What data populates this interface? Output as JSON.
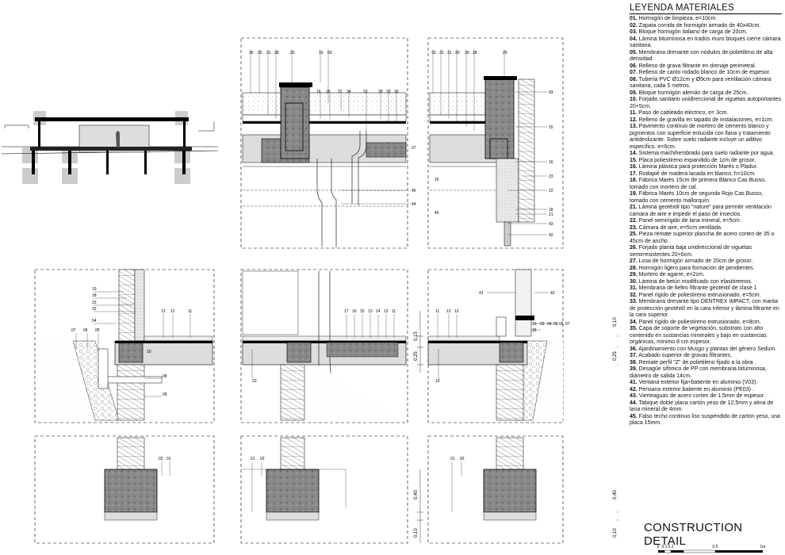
{
  "legend": {
    "title": "LEYENDA MATERIALES",
    "items": [
      {
        "code": "01.",
        "text": "Hormigón de limpieza, e=10cm."
      },
      {
        "code": "02.",
        "text": "Zapata corrida de hormigón armado de 40x40cm."
      },
      {
        "code": "03.",
        "text": "Bloque hormigón italiano de carga de 20cm."
      },
      {
        "code": "04.",
        "text": "Lámina bituminosa en tradós muro bloques cierre cámara sanitaria."
      },
      {
        "code": "05.",
        "text": "Membrana drenante con nódulos de polietileno de alta densidad."
      },
      {
        "code": "06.",
        "text": "Relleno de grava filtrante en drenaje perimetral."
      },
      {
        "code": "07.",
        "text": "Relleno de canto rodado blanco de 10cm de espesor."
      },
      {
        "code": "08.",
        "text": "Tubería PVC Ø12cm y Ø9cm para ventilación cámara sanitaria, cada 5 metros."
      },
      {
        "code": "09.",
        "text": "Bloque hormigón alemán de carga de 25cm."
      },
      {
        "code": "10.",
        "text": "Forjado sanitario unidireccional de viguetas autoportantes 20+5cm."
      },
      {
        "code": "11.",
        "text": "Paso de cableado eléctrico, e= 3cm."
      },
      {
        "code": "12.",
        "text": "Relleno de gravilla en tapado de instalaciones, e=1cm."
      },
      {
        "code": "13.",
        "text": "Pavimento continuo de mortero de cemento blanco y pigmentos con superficie enlucida con llana y tratamiento antideslizante. Sobre suelo radiante incluye un aditivo específico. e=6cm."
      },
      {
        "code": "14.",
        "text": "Sistema machihembrado para suelo radiante por agua."
      },
      {
        "code": "15.",
        "text": "Placa poliestireno expandido de 1cm de grosor."
      },
      {
        "code": "16.",
        "text": "Lámina plástica para protección Marès o Pladur."
      },
      {
        "code": "17.",
        "text": "Rodapié de madera lacada en blanco, h=10cm."
      },
      {
        "code": "18.",
        "text": "Fábrica Marès 15cm de primera Blanco Cas Busso, tomado con mortero de cal."
      },
      {
        "code": "19.",
        "text": "Fábrica Marès 10cm de segunda Rojo Cas Busso, tomado con cemento mallorquín."
      },
      {
        "code": "21.",
        "text": "Lámina geotéxtil tipo \"nature\" para permitir ventilación camara de aire e impedir el paso de insectos."
      },
      {
        "code": "22.",
        "text": "Panel semirígido de lana mineral, e=5cm."
      },
      {
        "code": "23.",
        "text": "Cámara de aire, e=5cm ventilada."
      },
      {
        "code": "25.",
        "text": "Pieza remate superior plancha de acero corten de 35 o 45cm de ancho ."
      },
      {
        "code": "26.",
        "text": "Forjado planta baja unidireccional de viguetas semirresistentes 20+6cm."
      },
      {
        "code": "27.",
        "text": "Losa de hormigón armado de 20cm de grosor."
      },
      {
        "code": "28.",
        "text": "Hormigón ligero para formación de pendientes."
      },
      {
        "code": "29.",
        "text": "Mortero de agarre, e=2cm."
      },
      {
        "code": "30.",
        "text": "Lámina de betún modificado con elastóremos."
      },
      {
        "code": "31.",
        "text": "Membrana de fieltro filtrante geotéxtil de clase 1"
      },
      {
        "code": "32.",
        "text": "Panel rígido de poliestireno extrusionado, e=5cm."
      },
      {
        "code": "33.",
        "text": "Membrana drenante tipo DENTREX IMPACT, con manta de protección geotéxtil en la cara inferior y lámina filtrante en la cara superior."
      },
      {
        "code": "34.",
        "text": "Panel rígido de poliestireno extrusionado, e=8cm."
      },
      {
        "code": "35.",
        "text": "Capa de soporte de vegetación, substrato con alto contenido en sustancias minerales y bajo en sustancias orgánicas, mínimo 8 cm espesor."
      },
      {
        "code": "36.",
        "text": "Ajardinamiento con Musgo y plantas del género Sedum."
      },
      {
        "code": "37.",
        "text": "Acabado superior de gravas filtrantes."
      },
      {
        "code": "38.",
        "text": "Remate perfil \"Z\" de polietileno fijado a la obra ."
      },
      {
        "code": "39.",
        "text": "Desagüe sifónico de PP con membrana bituminosa, diámetro de salida 14cm."
      },
      {
        "code": "41.",
        "text": "Ventana exterior fija+batiente en aluminio (V03)."
      },
      {
        "code": "42.",
        "text": "Persiana exterior batiente en aluminio (PE03) ."
      },
      {
        "code": "43.",
        "text": "Vierteaguas de acero corten de 1,5mm de espesor."
      },
      {
        "code": "44.",
        "text": "Tabique doble placa cartón yeso de 12,5mm y alma de lana mineral de 4mm."
      },
      {
        "code": "45.",
        "text": "Falso techo continuo liso suspendido de cartón yeso, una placa 15mm."
      }
    ]
  },
  "footer": {
    "title": "CONSTRUCTION DETAIL"
  },
  "scale": {
    "ticks": [
      "0",
      "0.1",
      "0.2",
      "0.5",
      "1m"
    ]
  },
  "dimensions": {
    "mid_left": [
      "0,15",
      "0,25"
    ],
    "mid_right": [
      "0,10",
      "0,25"
    ],
    "bottom_left": [
      "0,40",
      "0,10"
    ],
    "bottom_right": [
      "0,40",
      "0,10"
    ]
  },
  "callouts": {
    "top_center_top": [
      "36",
      "35",
      "31",
      "38",
      "25",
      "19",
      "03"
    ],
    "top_center_mid": [
      "16",
      "18",
      "37",
      "34",
      "33",
      "28",
      "29",
      "30"
    ],
    "top_center_side": [
      "27",
      "45",
      "44"
    ],
    "top_right_top": [
      "33",
      "32",
      "31",
      "30",
      "29",
      "28",
      "25"
    ],
    "top_right_side": [
      "03",
      "15",
      "16",
      "23",
      "22",
      "18",
      "21",
      "43",
      "42"
    ],
    "top_right_left": [
      "26",
      "45"
    ],
    "mid_left_top": [
      "19",
      "18",
      "23",
      "22",
      "04",
      "13",
      "12",
      "11"
    ],
    "mid_left_side": [
      "07",
      "06",
      "05",
      "08",
      "09",
      "10"
    ],
    "mid_center": [
      "17",
      "16",
      "15",
      "13",
      "14",
      "12",
      "11",
      "10"
    ],
    "mid_right": [
      "41",
      "42",
      "11",
      "13",
      "12",
      "19",
      "03",
      "04",
      "05",
      "06",
      "07",
      "18",
      "10"
    ],
    "bottom": [
      "01",
      "02"
    ]
  }
}
